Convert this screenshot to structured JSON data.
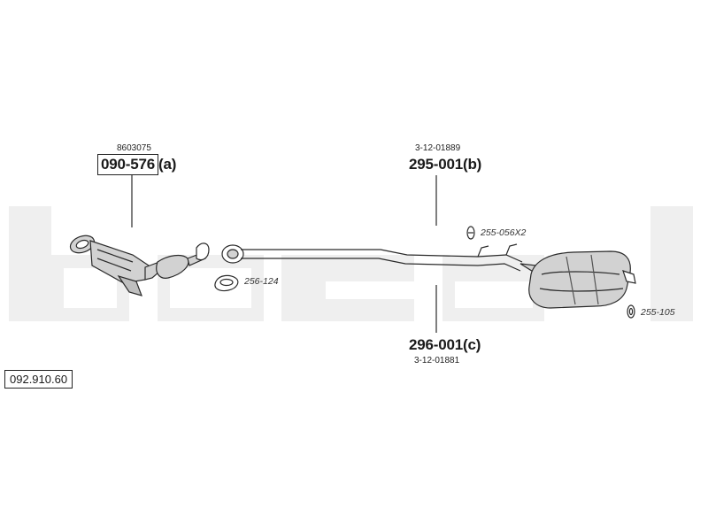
{
  "diagram": {
    "reference_number": "092.910.60",
    "brand_watermark": "bosal",
    "parts": [
      {
        "id": "front",
        "code_small": "8603075",
        "part_boxed": "090-576",
        "suffix": "(a)"
      },
      {
        "id": "center",
        "code_small": "3-12-01889",
        "part": "295-001",
        "suffix": "(b)"
      },
      {
        "id": "rear",
        "code_small": "3-12-01881",
        "part": "296-001",
        "suffix": "(c)"
      }
    ],
    "accessories": [
      {
        "id": "gasket",
        "code": "256-124",
        "icon": "gasket-ring-icon"
      },
      {
        "id": "mount-pair",
        "code": "255-056X2",
        "icon": "rubber-mount-icon"
      },
      {
        "id": "mount",
        "code": "255-105",
        "icon": "rubber-ring-icon"
      }
    ],
    "colors": {
      "watermark": "#efefef",
      "line": "#2a2a2a",
      "component_fill": "#d2d2d2"
    }
  }
}
